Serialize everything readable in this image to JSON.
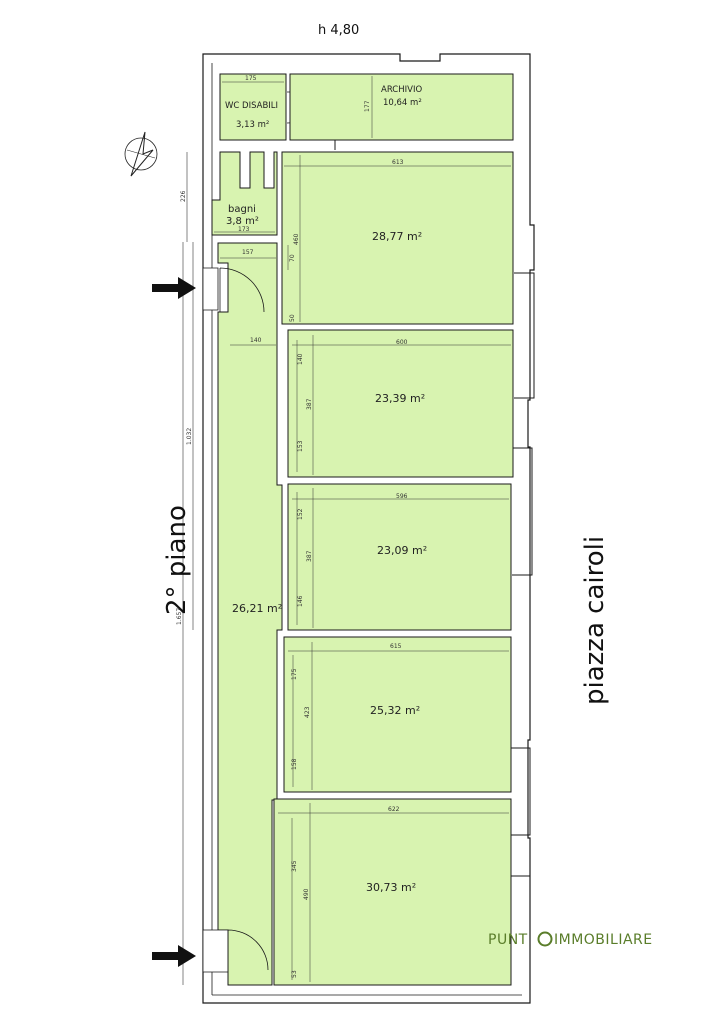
{
  "header": {
    "height_label": "h 4,80"
  },
  "floor_label": "2° piano",
  "street_label": "piazza cairoli",
  "logo": {
    "text_a": "PUNT",
    "text_b": "IMMOBILIARE"
  },
  "colors": {
    "room_fill": "#d8f3b0",
    "wall": "#1a1a1a",
    "logo_green": "#5a7d2a"
  },
  "rooms": {
    "wc": {
      "name": "WC DISABILI",
      "area": "3,13 m²",
      "dim_w": "175"
    },
    "archivio": {
      "name": "ARCHIVIO",
      "area": "10,64 m²",
      "dim_h": "177"
    },
    "bagni": {
      "name": "bagni",
      "area": "3,8 m²",
      "dim_w": "173"
    },
    "corridor": {
      "area": "26,21 m²",
      "dim_w1": "157",
      "dim_w2": "140"
    },
    "room1": {
      "area": "28,77 m²",
      "dim_w": "613",
      "dim_h": "460",
      "dim_a": "70",
      "dim_b": "50"
    },
    "room2": {
      "area": "23,39 m²",
      "dim_w": "600",
      "dim_h": "387",
      "dim_a": "140",
      "dim_b": "153"
    },
    "room3": {
      "area": "23,09 m²",
      "dim_w": "596",
      "dim_h": "387",
      "dim_a": "152",
      "dim_b": "146"
    },
    "room4": {
      "area": "25,32 m²",
      "dim_w": "615",
      "dim_h": "423",
      "dim_a": "175",
      "dim_b": "158"
    },
    "room5": {
      "area": "30,73 m²",
      "dim_w": "622",
      "dim_h": "490",
      "dim_a": "345",
      "dim_b": "53"
    }
  },
  "outer_dims": {
    "left_top": "226",
    "left_long": "1.032",
    "left_total": "1.657"
  }
}
